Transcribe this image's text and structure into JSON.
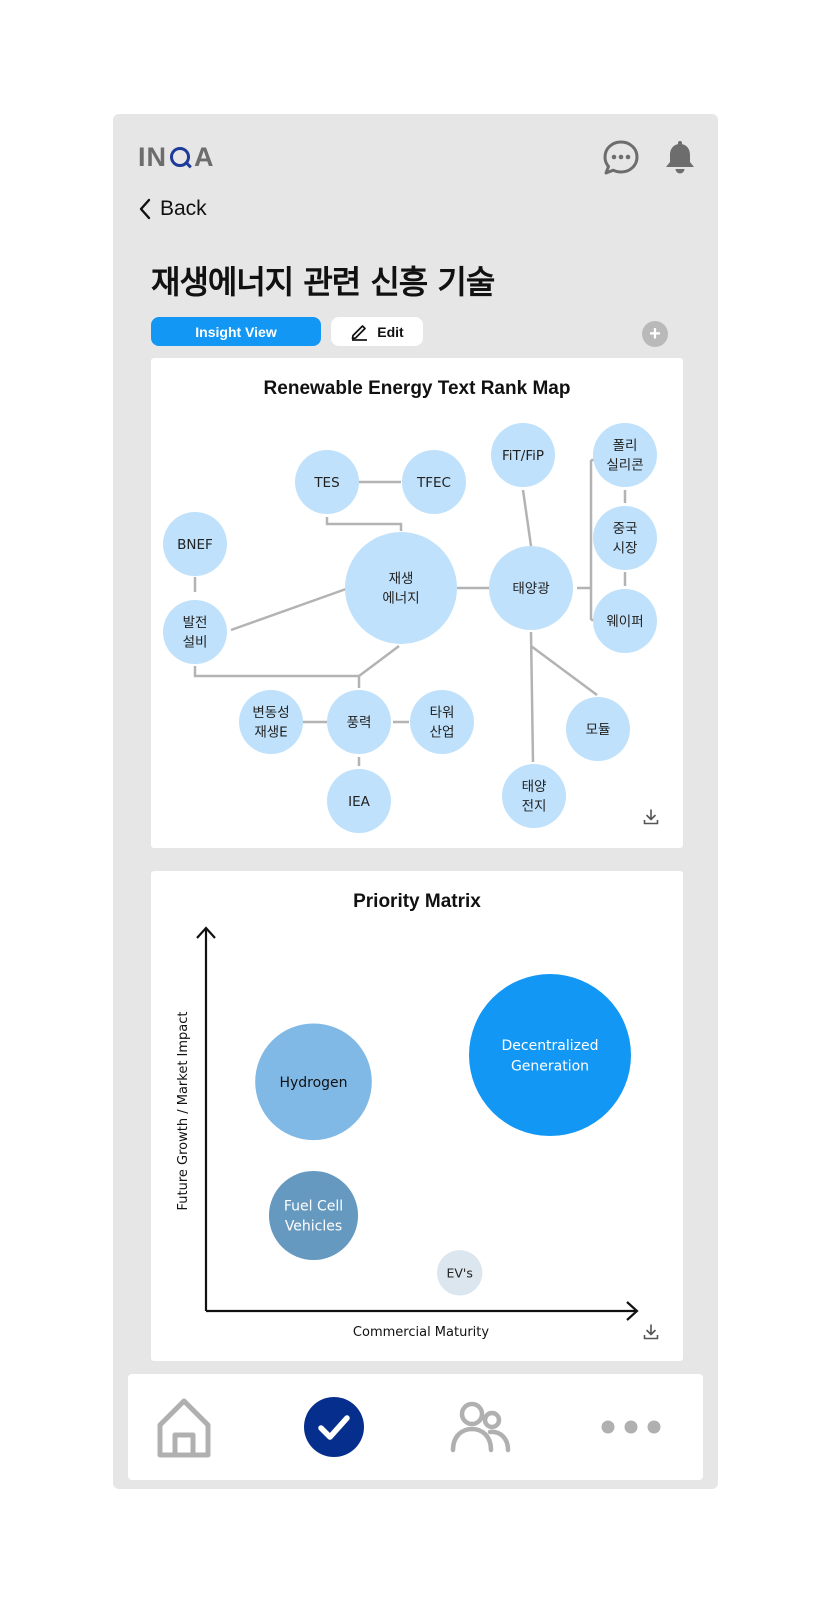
{
  "header": {
    "logo_left": "IN",
    "logo_right": "A",
    "icons": [
      "chat-bubble-icon",
      "bell-icon"
    ]
  },
  "back": {
    "label": "Back",
    "icon": "chevron-left-icon"
  },
  "page": {
    "title": "재생에너지 관련 신흥 기술"
  },
  "actions": {
    "insight_label": "Insight View",
    "edit_label": "Edit",
    "edit_icon": "pencil-icon",
    "add_icon": "plus-icon",
    "add_symbol": "+"
  },
  "colors": {
    "accent": "#1297f5",
    "node": "#bfe1fb",
    "edge": "#b3b3b3",
    "nav_active": "#062f8d",
    "hydrogen": "#80b8e6",
    "decentralized": "#1297f5",
    "fuel_cell": "#6699bf",
    "evs": "#dbe6ef"
  },
  "rank_map": {
    "title": "Renewable Energy Text Rank Map",
    "nodes": [
      {
        "id": "tes",
        "label": "TES"
      },
      {
        "id": "tfec",
        "label": "TFEC"
      },
      {
        "id": "fitfip",
        "label": "FiT/FiP"
      },
      {
        "id": "poly",
        "label": "폴리\n실리콘"
      },
      {
        "id": "bnef",
        "label": "BNEF"
      },
      {
        "id": "renew",
        "label": "재생\n에너지"
      },
      {
        "id": "solar",
        "label": "태양광"
      },
      {
        "id": "china",
        "label": "중국\n시장"
      },
      {
        "id": "power",
        "label": "발전\n설비"
      },
      {
        "id": "wafer",
        "label": "웨이퍼"
      },
      {
        "id": "variable",
        "label": "변동성\n재생E"
      },
      {
        "id": "wind",
        "label": "풍력"
      },
      {
        "id": "tower",
        "label": "타워\n산업"
      },
      {
        "id": "module",
        "label": "모듈"
      },
      {
        "id": "iea",
        "label": "IEA"
      },
      {
        "id": "cell",
        "label": "태양\n전지"
      }
    ],
    "download_icon": "download-icon"
  },
  "chart_data": {
    "type": "scatter",
    "title": "Priority Matrix",
    "xlabel": "Commercial Maturity",
    "ylabel": "Future Growth / Market Impact",
    "points": [
      {
        "label": "Hydrogen",
        "x": 0.25,
        "y": 0.6,
        "size": 0.72
      },
      {
        "label": "Decentralized\nGeneration",
        "x": 0.8,
        "y": 0.67,
        "size": 1.0
      },
      {
        "label": "Fuel Cell\nVehicles",
        "x": 0.25,
        "y": 0.25,
        "size": 0.55
      },
      {
        "label": "EV's",
        "x": 0.59,
        "y": 0.1,
        "size": 0.28
      }
    ],
    "download_icon": "download-icon"
  },
  "nav": {
    "items": [
      {
        "name": "home",
        "icon": "home-icon"
      },
      {
        "name": "check",
        "icon": "check-circle-icon",
        "active": true
      },
      {
        "name": "people",
        "icon": "users-icon"
      },
      {
        "name": "more",
        "icon": "more-dots-icon"
      }
    ]
  }
}
